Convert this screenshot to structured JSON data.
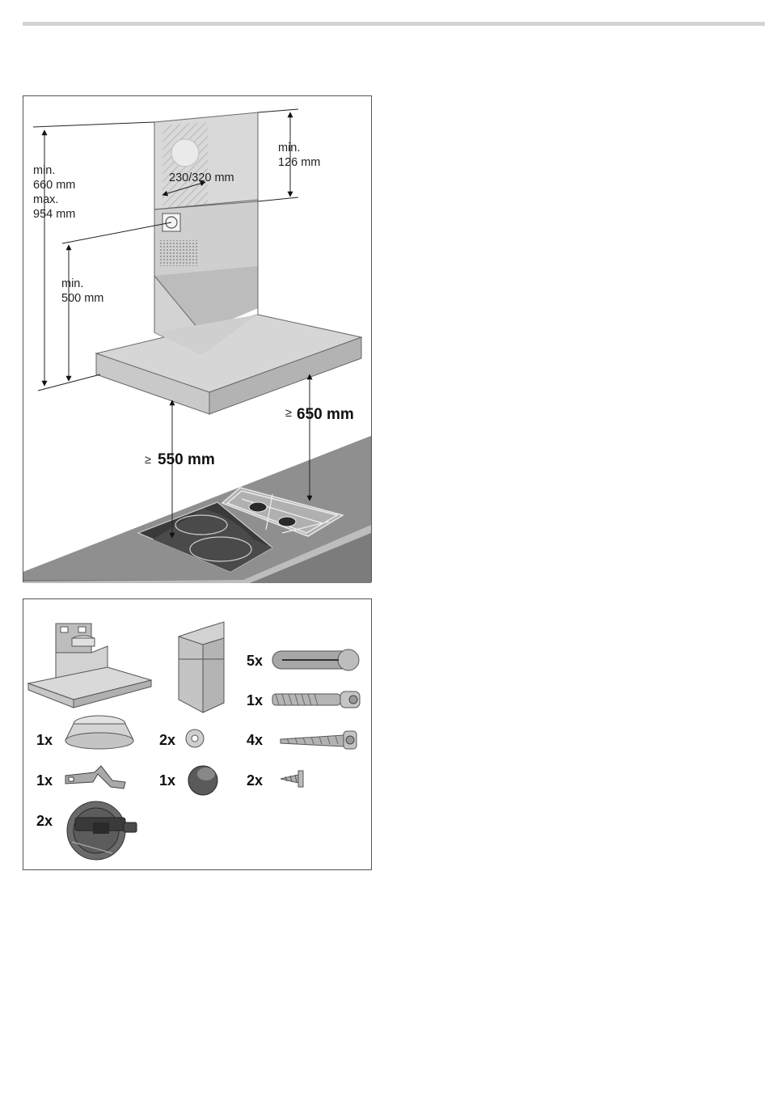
{
  "installation": {
    "height_total": {
      "line1": "min.",
      "line2": "660 mm",
      "line3": "max.",
      "line4": "954 mm"
    },
    "height_upper": {
      "line1": "min.",
      "line2": "126 mm"
    },
    "height_lower": {
      "line1": "min.",
      "line2": "500 mm"
    },
    "duct_width": "230/320 mm",
    "distance_gas": {
      "symbol": "≥",
      "value": "650 mm"
    },
    "distance_electric": {
      "symbol": "≥",
      "value": "550 mm"
    }
  },
  "parts": {
    "fixing_plug": "5x",
    "threaded_bolt": "1x",
    "long_screw": "4x",
    "short_screw": "2x",
    "air_ring": "1x",
    "washer": "2x",
    "bracket": "1x",
    "knob": "1x",
    "flap_valve": "2x"
  }
}
